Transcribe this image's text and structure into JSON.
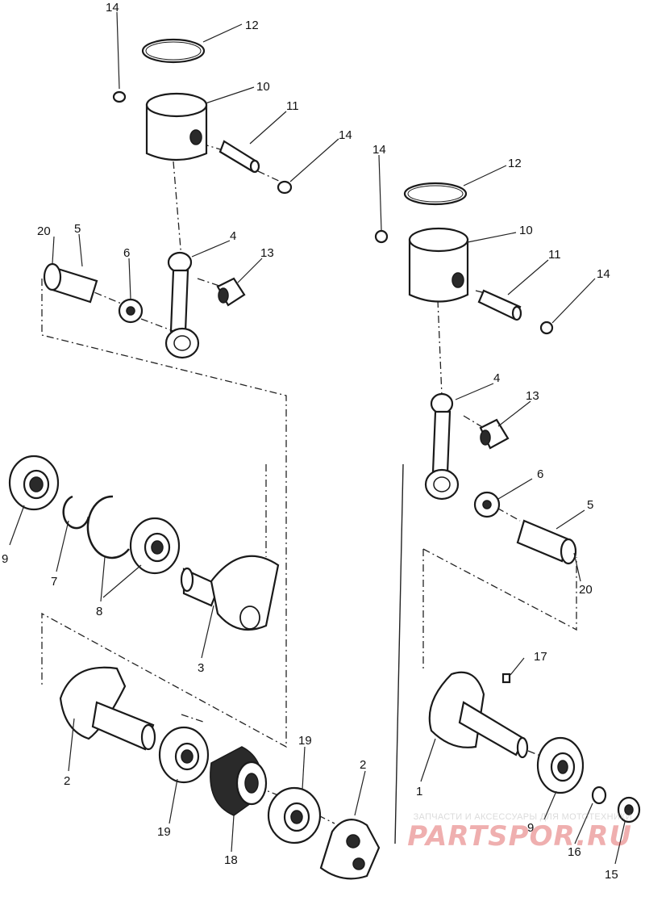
{
  "callouts": {
    "p14a": "14",
    "p12a": "12",
    "p10a": "10",
    "p11a": "11",
    "p14b": "14",
    "p20a": "20",
    "p5a": "5",
    "p4a": "4",
    "p6a": "6",
    "p13a": "13",
    "p14c": "14",
    "p12b": "12",
    "p10b": "10",
    "p11b": "11",
    "p14d": "14",
    "p4b": "4",
    "p13b": "13",
    "p6b": "6",
    "p5b": "5",
    "p20b": "20",
    "p9a": "9",
    "p7": "7",
    "p8": "8",
    "p3": "3",
    "p17": "17",
    "p1": "1",
    "p2a": "2",
    "p19a": "19",
    "p19b": "19",
    "p18": "18",
    "p2b": "2",
    "p9b": "9",
    "p16": "16",
    "p15": "15"
  },
  "watermark": {
    "tagline": "ЗАПЧАСТИ И АКСЕССУАРЫ ДЛЯ МОТОТЕХНИКИ",
    "logo": "PARTSPOR.RU"
  }
}
